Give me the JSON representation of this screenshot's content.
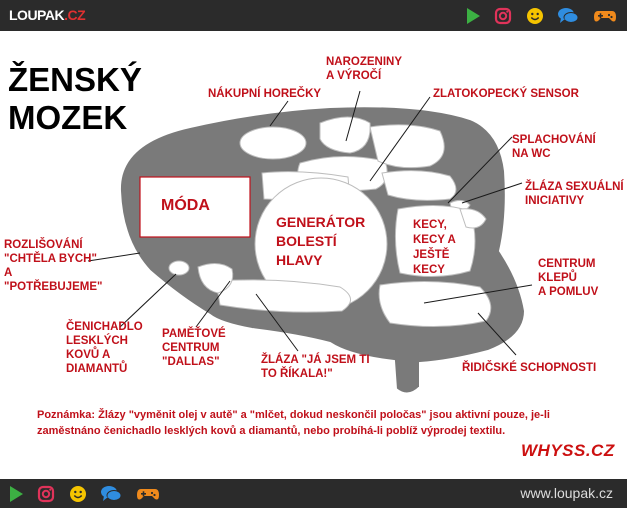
{
  "site": {
    "logo_main": "LOUPAK",
    "logo_suffix": ".CZ",
    "url": "www.loupak.cz"
  },
  "toolbar_icons": [
    "play-icon",
    "instagram-icon",
    "smiley-icon",
    "chat-icon",
    "gamepad-icon"
  ],
  "colors": {
    "bar": "#2b2b2b",
    "brain": "#7a7a7a",
    "label_red": "#c0101a",
    "play": "#3cb043",
    "instagram": "#e0335a",
    "smiley": "#f5c400",
    "chat": "#2f8de0",
    "gamepad": "#f08a1c"
  },
  "comic": {
    "title": "ŽENSKÝ\nMOZEK",
    "moda": "MÓDA",
    "generator": "GENERÁTOR\nBOLESTÍ\nHLAVY",
    "kecy": "KECY,\nKECY A\nJEŠTĚ\nKECY",
    "labels": {
      "nakupni": "NÁKUPNÍ HOREČKY",
      "narozeniny": "NAROZENINY\nA VÝROČÍ",
      "zlatokop": "ZLATOKOPECKÝ SENSOR",
      "splachovani": "SPLACHOVÁNÍ\nNA WC",
      "zlaza_sex": "ŽLÁZA SEXUÁLNÍ\nINICIATIVY",
      "rozlisovani": "ROZLIŠOVÁNÍ\n\"CHTĚLA BYCH\"\nA\n\"POTŘEBUJEME\"",
      "centrum_klepu": "CENTRUM\nKLEPŮ\nA POMLUV",
      "cenichadlo": "ČENICHADLO\nLESKLÝCH\nKOVŮ A\nDIAMANTŮ",
      "pametove": "PAMĚŤOVÉ\nCENTRUM\n\"DALLAS\"",
      "zlaza_ja": "ŽLÁZA \"JÁ JSEM TI\nTO ŘÍKALA!\"",
      "ridicske": "ŘIDIČSKÉ SCHOPNOSTI"
    },
    "note": "Poznámka: Žlázy \"vyměnit olej v autě\" a \"mlčet, dokud neskončil poločas\" jsou aktivní pouze, je-li zaměstnáno čenichadlo lesklých kovů a diamantů, nebo probíhá-li poblíž výprodej textilu.",
    "signature": "WHYSS.CZ"
  }
}
